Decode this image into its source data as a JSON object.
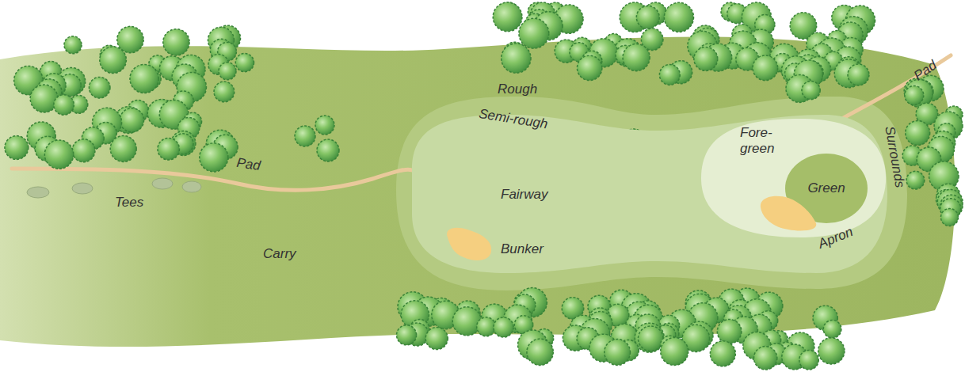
{
  "diagram": {
    "nodes": [
      {
        "text": [
          "Fairway"
        ]
      },
      {
        "text": [
          "Fore-green"
        ],
        "in": 0
      },
      {
        "text": [
          "Green"
        ],
        "in": 1
      }
    ],
    "labels": [
      "Pad",
      "Tees",
      "Carry",
      "Rough",
      "Semi-rough",
      "Bunker",
      "Apron",
      "Surrounds",
      "Pad"
    ]
  }
}
